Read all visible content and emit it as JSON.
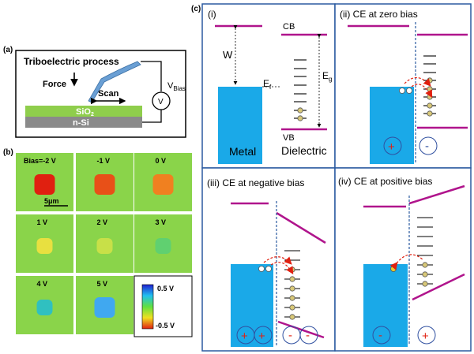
{
  "panel_a": {
    "letter": "(a)",
    "title": "Triboelectric process",
    "force": "Force",
    "scan": "Scan",
    "vbias_main": "V",
    "vbias_sub": "Bias",
    "voltmeter": "V",
    "sio2": "SiO",
    "sio2_sub": "2",
    "nsi": "n-Si"
  },
  "panel_b": {
    "letter": "(b)",
    "tiles": [
      {
        "label": "Bias=-2 V",
        "level": 1.0
      },
      {
        "label": "-1 V",
        "level": 0.85
      },
      {
        "label": "0 V",
        "level": 0.65
      },
      {
        "label": "1 V",
        "level": 0.35
      },
      {
        "label": "2 V",
        "level": 0.15
      },
      {
        "label": "3 V",
        "level": -0.15
      },
      {
        "label": "4 V",
        "level": -0.5
      },
      {
        "label": "5 V",
        "level": -0.8
      }
    ],
    "scale_bar": "5μm",
    "colorbar_max": "0.5 V",
    "colorbar_min": "-0.5 V"
  },
  "panel_c": {
    "letter": "(c)",
    "sub_i": {
      "title": "(i)",
      "cb": "CB",
      "vb": "VB",
      "w": "W",
      "ef": "E",
      "ef_sub": "f",
      "eg": "E",
      "eg_sub": "g",
      "metal": "Metal",
      "dielectric": "Dielectric"
    },
    "sub_ii": {
      "title": "(ii) CE at zero bias",
      "plus": "+",
      "minus": "-"
    },
    "sub_iii": {
      "title": "(iii) CE at negative bias",
      "plus": "+",
      "minus": "-"
    },
    "sub_iv": {
      "title": "(iv) CE at positive bias",
      "plus": "+",
      "minus": "-"
    }
  },
  "colors": {
    "band": "#b0148c",
    "metal": "#1aa9e8",
    "frame": "#2b5aa0",
    "arrow": "#e02010",
    "plus": "#e02010",
    "minus": "#3050a0",
    "state": "#d8c878",
    "substrate_green": "#8fce4c",
    "substrate_gray": "#8a8a8a",
    "tip": "#6a9fd4",
    "map_bg": "#8ad44a"
  }
}
